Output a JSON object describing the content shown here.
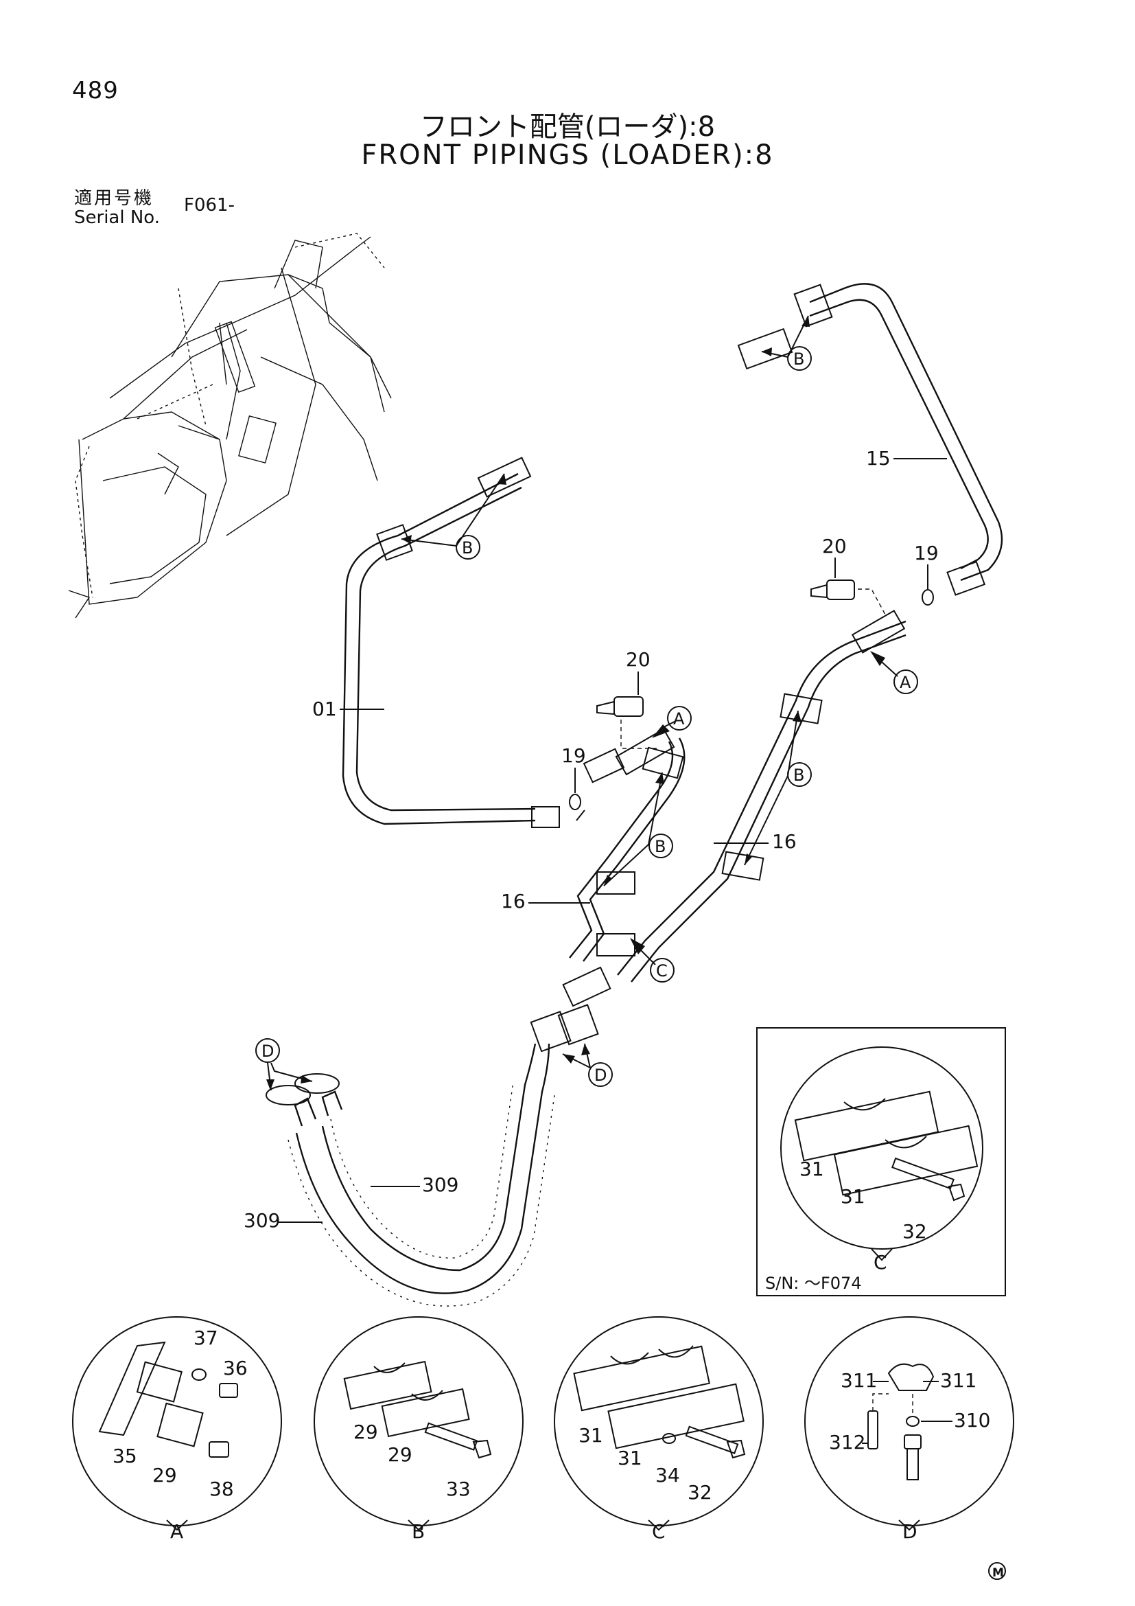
{
  "header": {
    "page_number": "489",
    "title_jp": "フロント配管(ローダ):8",
    "title_en": "FRONT PIPINGS (LOADER):8",
    "serial_label_jp": "適用号機",
    "serial_label_en": "Serial No.",
    "serial_value": "F061-"
  },
  "callouts": {
    "p01": "01",
    "p15": "15",
    "p16a": "16",
    "p16b": "16",
    "p19a": "19",
    "p19b": "19",
    "p20a": "20",
    "p20b": "20",
    "p309a": "309",
    "p309b": "309"
  },
  "refs": {
    "B": "B",
    "A": "A",
    "C": "C",
    "D": "D"
  },
  "detail_sn": {
    "note": "S/N: ～F074",
    "parts": [
      "31",
      "31",
      "32"
    ],
    "caption": "C"
  },
  "details": [
    {
      "caption": "A",
      "parts": [
        "37",
        "36",
        "35",
        "29",
        "38"
      ]
    },
    {
      "caption": "B",
      "parts": [
        "29",
        "29",
        "33"
      ]
    },
    {
      "caption": "C",
      "parts": [
        "31",
        "31",
        "34",
        "32"
      ]
    },
    {
      "caption": "D",
      "parts": [
        "311",
        "311",
        "310",
        "312"
      ]
    }
  ],
  "footer_mark": "M"
}
